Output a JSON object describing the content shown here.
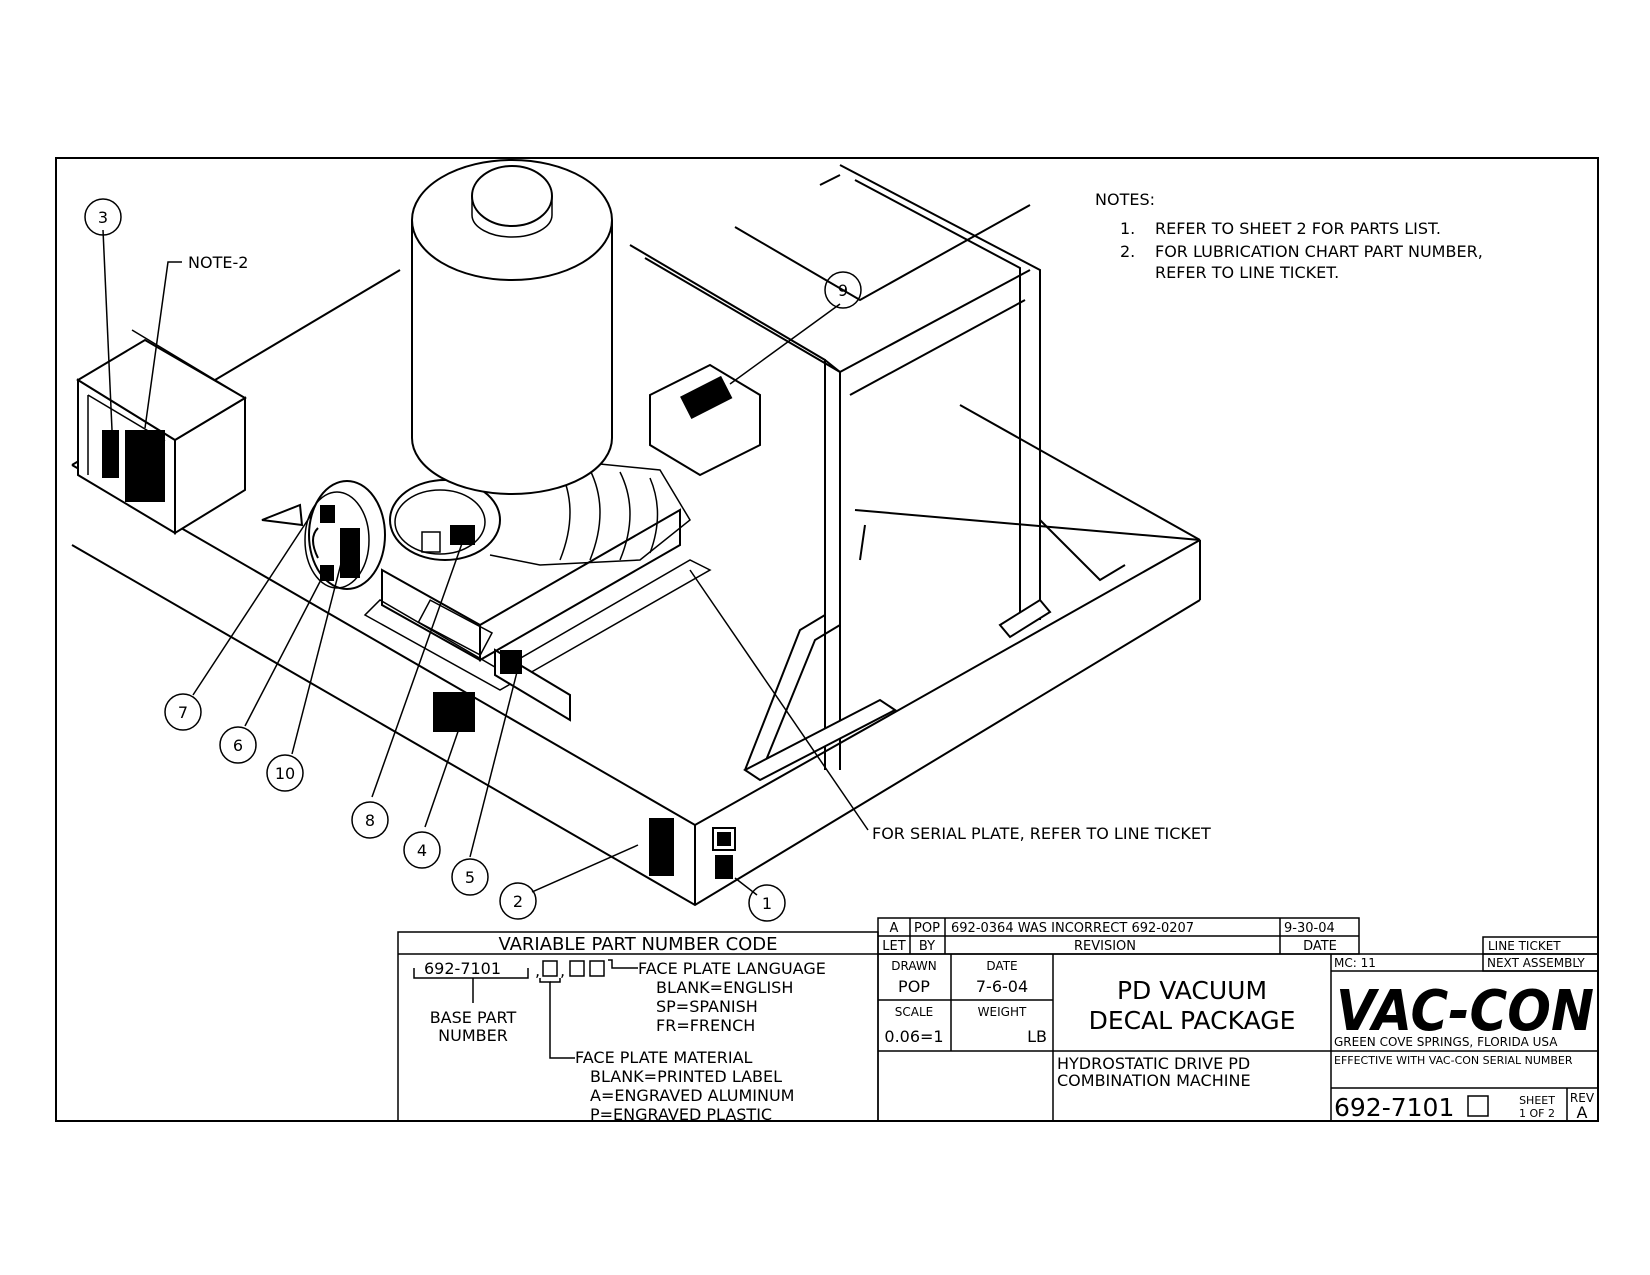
{
  "notes": {
    "header": "NOTES:",
    "items": [
      {
        "num": "1.",
        "text": "REFER TO SHEET 2 FOR PARTS LIST."
      },
      {
        "num": "2.",
        "text_line1": "FOR LUBRICATION CHART PART NUMBER,",
        "text_line2": "REFER TO LINE TICKET."
      }
    ]
  },
  "callouts": {
    "c1": "1",
    "c2": "2",
    "c3": "3",
    "c4": "4",
    "c5": "5",
    "c6": "6",
    "c7": "7",
    "c8": "8",
    "c9": "9",
    "c10": "10",
    "note2": "NOTE-2",
    "serial_plate": "FOR SERIAL PLATE, REFER TO LINE TICKET"
  },
  "revision": {
    "let": "A",
    "by": "POP",
    "description": "692-0364 WAS INCORRECT 692-0207",
    "date": "9-30-04",
    "hdr_let": "LET",
    "hdr_by": "BY",
    "hdr_revision": "REVISION",
    "hdr_date": "DATE"
  },
  "variable_code": {
    "title": "VARIABLE PART NUMBER CODE",
    "base": "692-7101",
    "base_label_line1": "BASE PART",
    "base_label_line2": "NUMBER",
    "lang_title": "FACE PLATE LANGUAGE",
    "lang_opts": [
      "BLANK=ENGLISH",
      "SP=SPANISH",
      "FR=FRENCH"
    ],
    "mat_title": "FACE PLATE MATERIAL",
    "mat_opts": [
      "BLANK=PRINTED LABEL",
      "A=ENGRAVED ALUMINUM",
      "P=ENGRAVED PLASTIC"
    ]
  },
  "title_block": {
    "drawn_label": "DRAWN",
    "drawn_value": "POP",
    "date_label": "DATE",
    "date_value": "7-6-04",
    "scale_label": "SCALE",
    "scale_value": "0.06=1",
    "weight_label": "WEIGHT",
    "weight_unit": "LB",
    "title_line1": "PD VACUUM",
    "title_line2": "DECAL PACKAGE",
    "sub_line1": "HYDROSTATIC DRIVE PD",
    "sub_line2": "COMBINATION MACHINE",
    "mc": "MC: 11",
    "line_ticket": "LINE TICKET",
    "next_assembly": "NEXT ASSEMBLY",
    "company": "VAC-CON",
    "location": "GREEN COVE SPRINGS, FLORIDA USA",
    "effective": "EFFECTIVE WITH VAC-CON SERIAL NUMBER",
    "part_number": "692-7101",
    "sheet_label": "SHEET",
    "sheet_value": "1 OF 2",
    "rev_label": "REV",
    "rev_value": "A"
  }
}
